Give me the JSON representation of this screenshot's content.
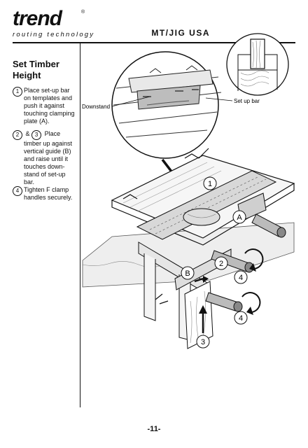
{
  "logo": {
    "brand": "trend",
    "registered": "®",
    "tagline": "routing technology"
  },
  "header": {
    "title": "MT/JIG USA"
  },
  "section": {
    "title_line1": "Set Timber",
    "title_line2": "Height"
  },
  "steps": [
    {
      "numbers": [
        "1"
      ],
      "lines": [
        "Place set-up bar",
        "on templates and",
        "push it against",
        "touching clamping",
        "plate (A)."
      ]
    },
    {
      "numbers": [
        "2",
        "3"
      ],
      "joiner": "&",
      "first_line": "Place",
      "lines": [
        "timber up against",
        "vertical guide (B)",
        "and raise until it",
        "touches down-",
        "stand of set-up",
        "bar."
      ]
    },
    {
      "numbers": [
        "4"
      ],
      "lines": [
        "Tighten F clamp",
        "handles securely."
      ]
    }
  ],
  "figure": {
    "callouts": {
      "downstand": "Downstand",
      "setup_bar": "Set up bar"
    },
    "markers": [
      "1",
      "A",
      "2",
      "B",
      "4",
      "4",
      "3"
    ]
  },
  "footer": {
    "page": "-11-"
  }
}
